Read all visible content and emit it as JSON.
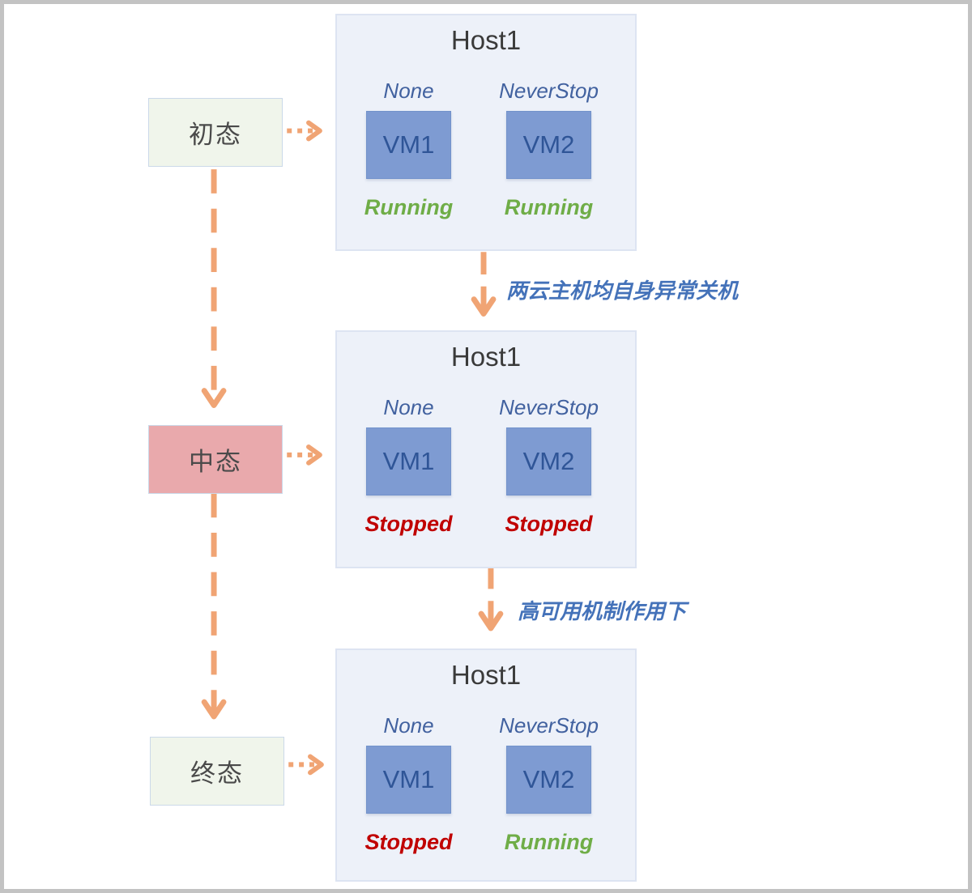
{
  "diagram": {
    "states": [
      {
        "id": "initial",
        "label": "初态"
      },
      {
        "id": "middle",
        "label": "中态"
      },
      {
        "id": "final",
        "label": "终态"
      }
    ],
    "hosts": [
      {
        "title": "Host1",
        "vms": [
          {
            "policy": "None",
            "name": "VM1",
            "status": "Running",
            "status_color": "#6fad47"
          },
          {
            "policy": "NeverStop",
            "name": "VM2",
            "status": "Running",
            "status_color": "#6fad47"
          }
        ]
      },
      {
        "title": "Host1",
        "vms": [
          {
            "policy": "None",
            "name": "VM1",
            "status": "Stopped",
            "status_color": "#c00000"
          },
          {
            "policy": "NeverStop",
            "name": "VM2",
            "status": "Stopped",
            "status_color": "#c00000"
          }
        ]
      },
      {
        "title": "Host1",
        "vms": [
          {
            "policy": "None",
            "name": "VM1",
            "status": "Stopped",
            "status_color": "#c00000"
          },
          {
            "policy": "NeverStop",
            "name": "VM2",
            "status": "Running",
            "status_color": "#6fad47"
          }
        ]
      }
    ],
    "annotations": [
      {
        "text": "两云主机均自身异常关机"
      },
      {
        "text": "高可用机制作用下"
      }
    ],
    "colors": {
      "arrow_orange": "#f0a474",
      "host_bg": "#edf1f9",
      "vm_bg": "#7e9bd2",
      "vm_text": "#2f5597",
      "policy_text": "#41619f",
      "running_green": "#6fad47",
      "stopped_red": "#c00000",
      "state_green_bg": "#f0f5eb",
      "state_pink_bg": "#e9a9ac",
      "annotation_blue": "#4472b9"
    }
  }
}
